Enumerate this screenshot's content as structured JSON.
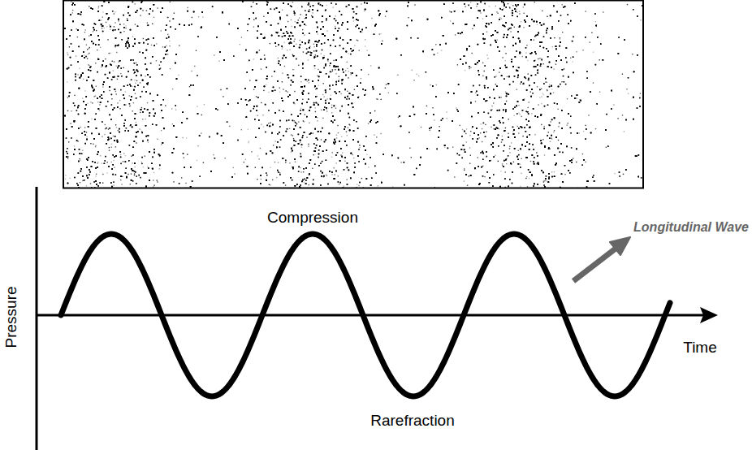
{
  "diagram": {
    "labels": [
      "Compression",
      "Longitudinal Wave",
      "Pressure",
      "Time",
      "Rarefraction"
    ]
  }
}
